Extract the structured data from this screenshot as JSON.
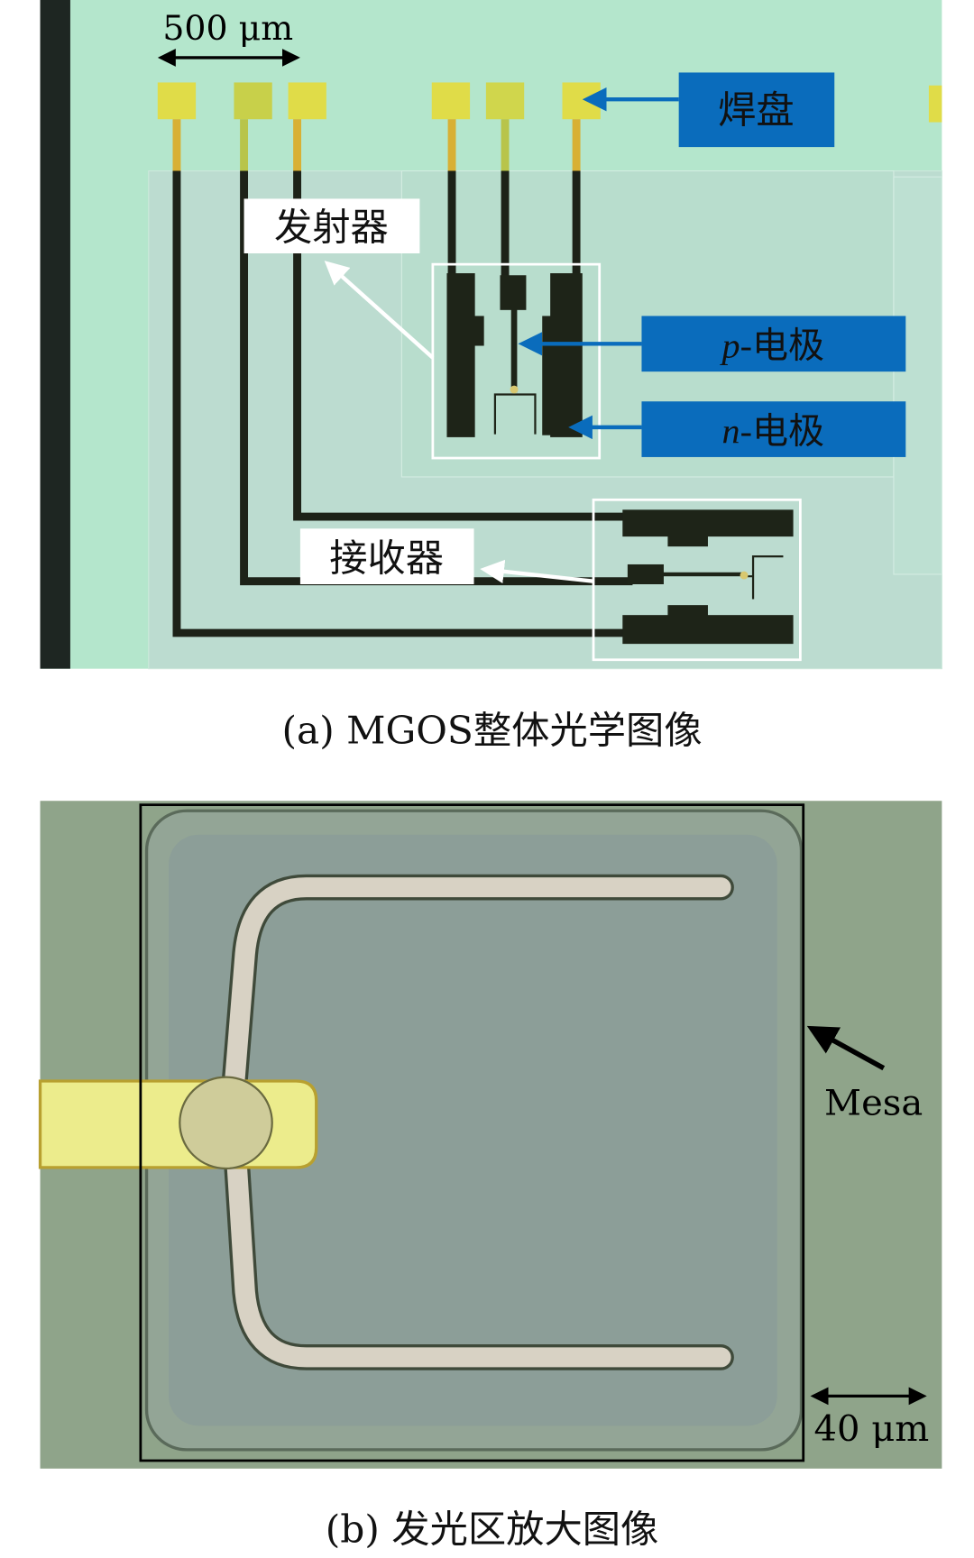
{
  "panel_a": {
    "caption": "(a) MGOS整体光学图像",
    "scale_bar": "500 μm",
    "labels": {
      "pad": "焊盘",
      "emitter": "发射器",
      "receiver": "接收器",
      "p_electrode_var": "p",
      "p_electrode_text": "-电极",
      "n_electrode_var": "n",
      "n_electrode_text": "-电极"
    },
    "colors": {
      "label_box": "#0a6cbc",
      "pad": "#e4e04a",
      "background": "#b4e6cc"
    }
  },
  "panel_b": {
    "caption": "(b) 发光区放大图像",
    "scale_bar": "40 μm",
    "mesa_label": "Mesa"
  }
}
